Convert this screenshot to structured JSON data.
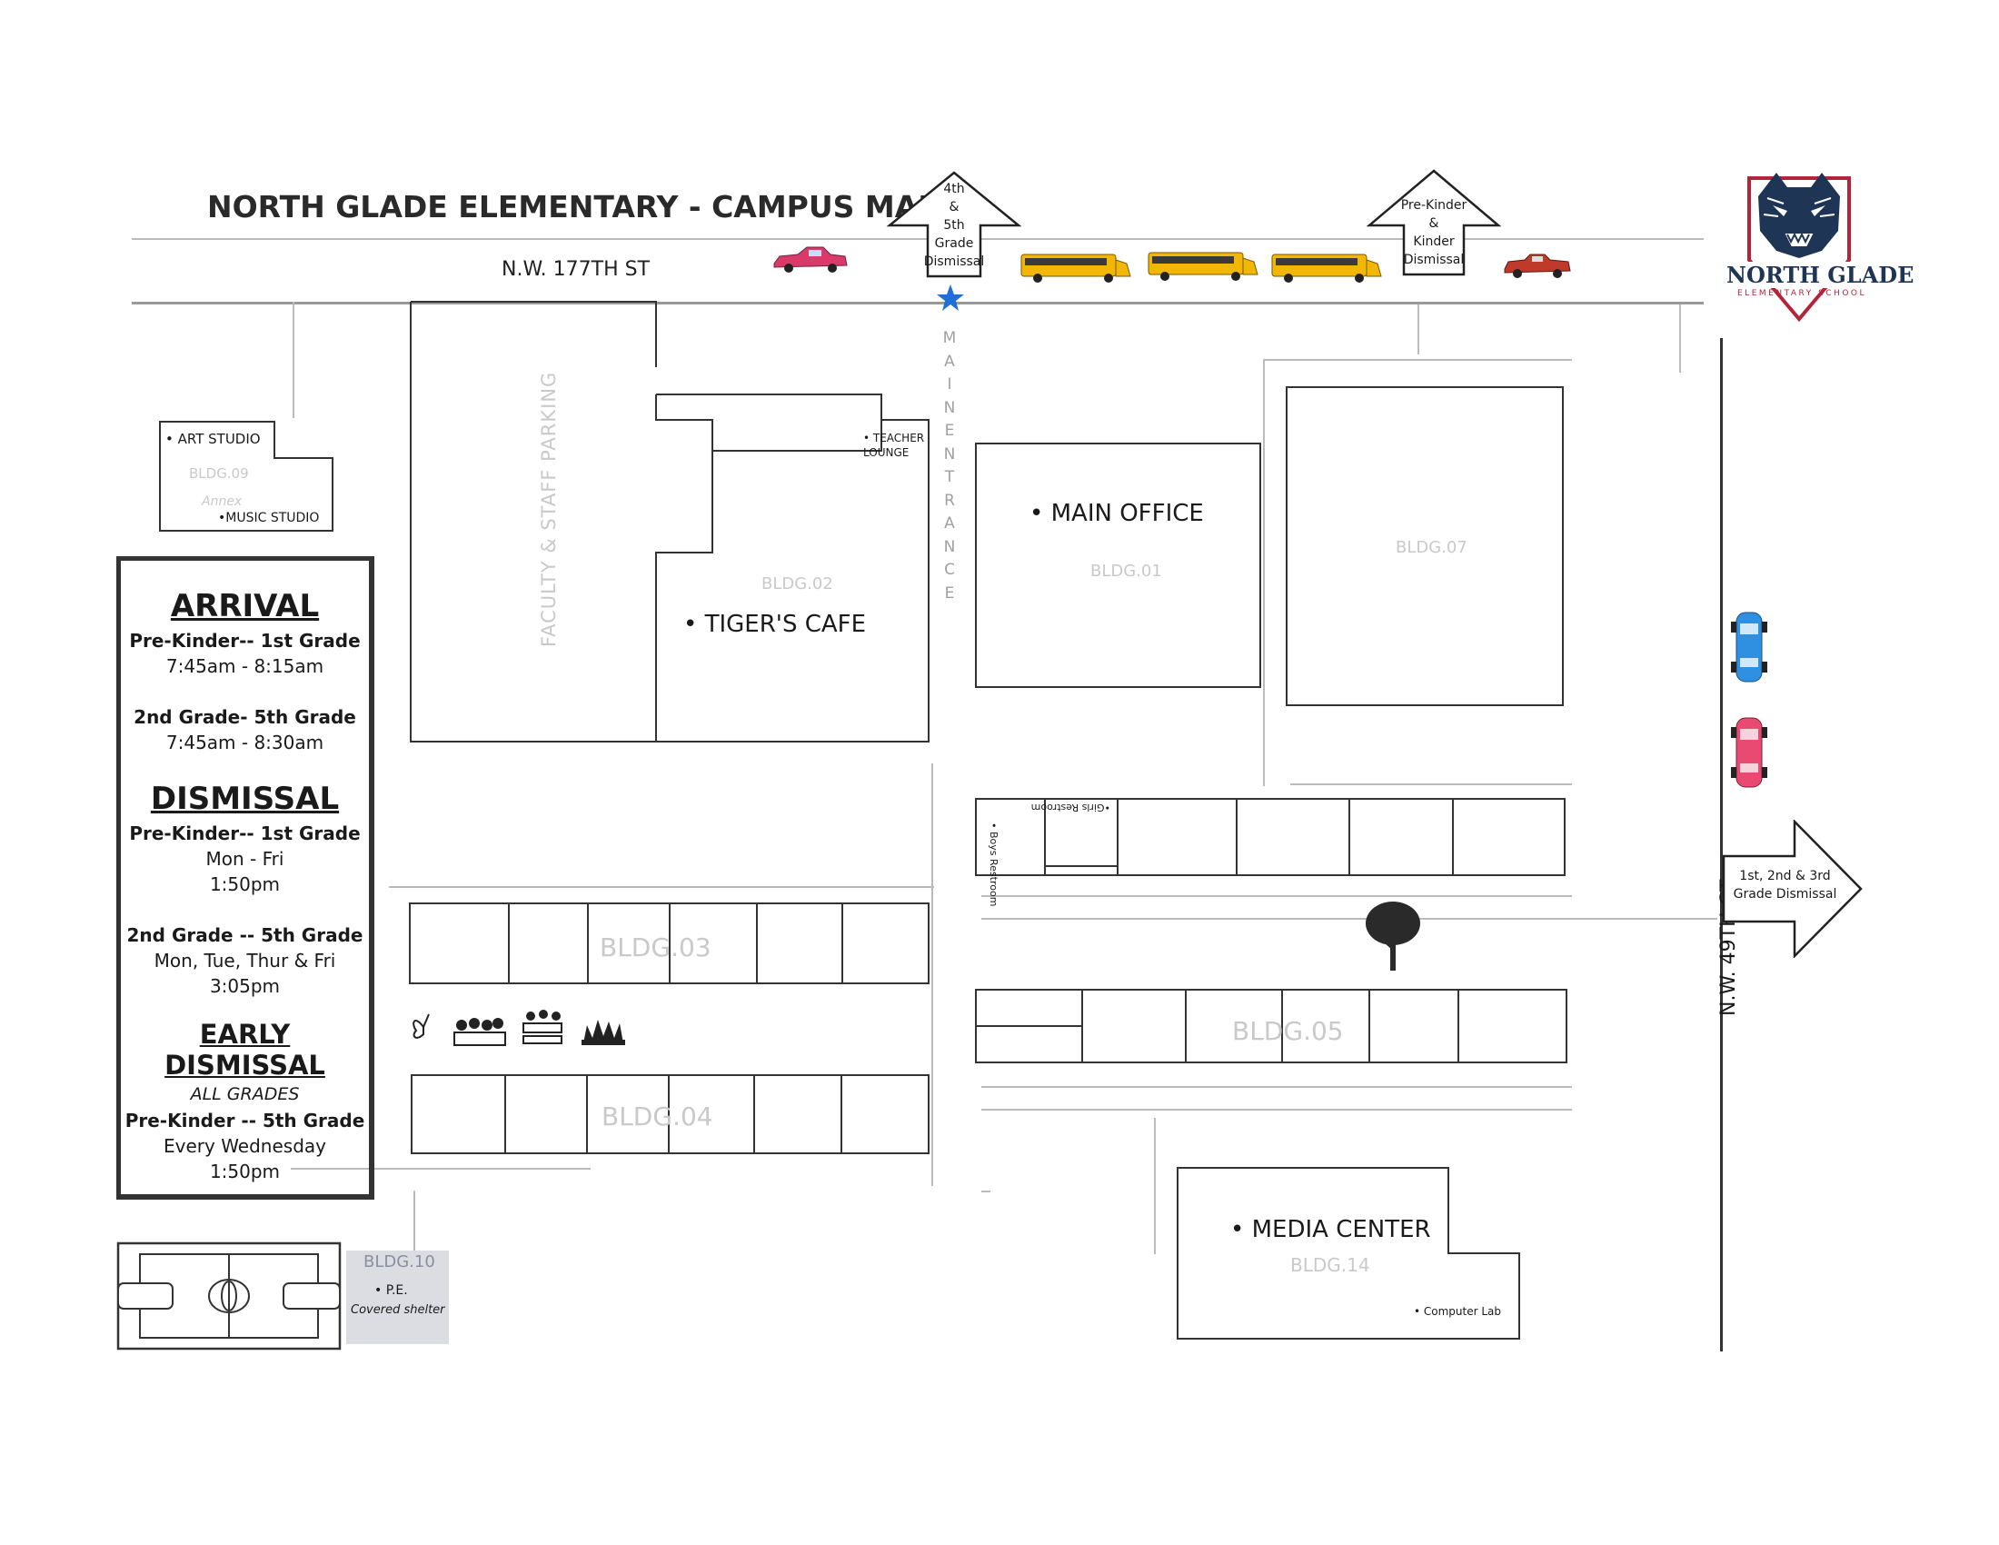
{
  "map": {
    "title": "NORTH GLADE ELEMENTARY - CAMPUS MAP",
    "streets": {
      "top": "N.W. 177TH ST",
      "right": "N.W. 49TH CT."
    },
    "main_entrance": [
      "M",
      "A",
      "I",
      "N",
      "E",
      "N",
      "T",
      "R",
      "A",
      "N",
      "C",
      "E"
    ],
    "arrows": {
      "upper_grades": [
        "4th",
        "&",
        "5th",
        "Grade",
        "Dismissal"
      ],
      "pre_kinder": [
        "Pre-Kinder",
        "&",
        "Kinder",
        "Dismissal"
      ],
      "lower_grades": [
        "1st, 2nd & 3rd",
        "Grade Dismissal"
      ]
    },
    "logo": {
      "name": "NORTH GLADE",
      "sub": "ELEMENTARY SCHOOL"
    },
    "buildings": {
      "bldg09": {
        "top": "• ART STUDIO",
        "code": "BLDG.09",
        "sub": "Annex",
        "bottom": "•MUSIC STUDIO"
      },
      "parking": "FACULTY & STAFF PARKING",
      "bldg02": {
        "code": "BLDG.02",
        "cafe": "• TIGER'S CAFE",
        "lounge": [
          "• TEACHER",
          "LOUNGE"
        ]
      },
      "bldg01": {
        "name": "• MAIN OFFICE",
        "code": "BLDG.01"
      },
      "bldg07": {
        "code": "BLDG.07"
      },
      "restrooms": {
        "girls": "•Girls Restroom",
        "boys": "• Boys Restroom"
      },
      "bldg03": {
        "code": "BLDG.03"
      },
      "bldg04": {
        "code": "BLDG.04"
      },
      "bldg05": {
        "code": "BLDG.05"
      },
      "bldg10": {
        "code": "BLDG.10",
        "pe": "• P.E.",
        "shelter": "Covered shelter"
      },
      "bldg14": {
        "name": "• MEDIA CENTER",
        "code": "BLDG.14",
        "lab": "• Computer Lab"
      }
    }
  },
  "schedule": {
    "arrival": {
      "heading": "ARRIVAL",
      "groups": [
        {
          "grade": "Pre-Kinder-- 1st Grade",
          "lines": [
            "7:45am - 8:15am"
          ]
        },
        {
          "grade": "2nd Grade- 5th Grade",
          "lines": [
            "7:45am - 8:30am"
          ]
        }
      ]
    },
    "dismissal": {
      "heading": "DISMISSAL",
      "groups": [
        {
          "grade": "Pre-Kinder-- 1st Grade",
          "lines": [
            "Mon - Fri",
            "1:50pm"
          ]
        },
        {
          "grade": "2nd Grade -- 5th Grade",
          "lines": [
            "Mon, Tue, Thur & Fri",
            "3:05pm"
          ]
        }
      ]
    },
    "early": {
      "heading": "EARLY DISMISSAL",
      "note": "ALL GRADES",
      "grade": "Pre-Kinder -- 5th Grade",
      "lines": [
        "Every Wednesday",
        "1:50pm"
      ]
    }
  },
  "colors": {
    "bus": "#f2b705",
    "star": "#1e6fd6",
    "navy": "#1f3556",
    "red": "#b3243a"
  }
}
